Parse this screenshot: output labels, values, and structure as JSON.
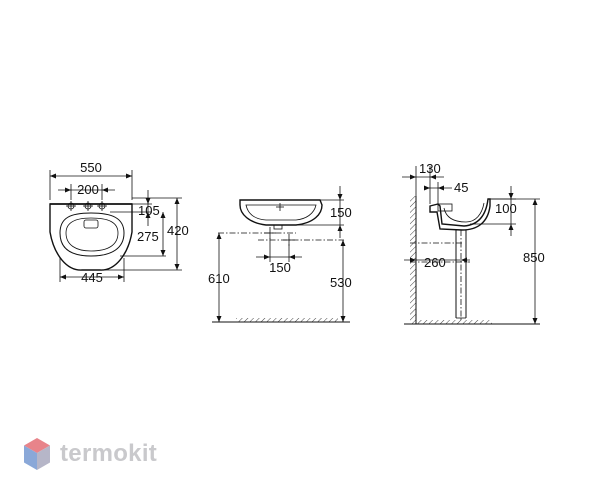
{
  "front_view": {
    "overall_width": "550",
    "tap_hole_spacing": "200",
    "bowl_width": "445",
    "tap_to_back": "105",
    "overflow_depth": "275",
    "overall_depth": "420"
  },
  "side_view": {
    "basin_height": "150",
    "drain_spacing": "150",
    "floor_to_waste_left": "610",
    "floor_to_waste_right": "530"
  },
  "section_view": {
    "wall_offset": "130",
    "lip": "45",
    "bowl_height": "100",
    "wall_to_pedestal": "260",
    "floor_to_rim": "850"
  },
  "brand": {
    "name": "termokit",
    "colors": [
      "#e8848a",
      "#8aa8d8",
      "#b6b6c8"
    ]
  }
}
